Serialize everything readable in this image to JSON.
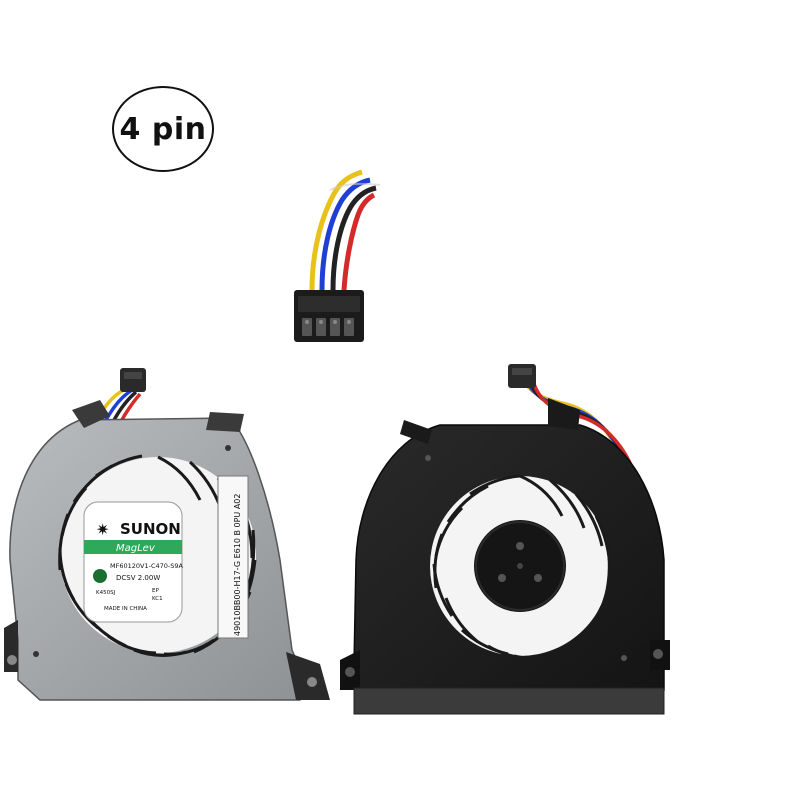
{
  "badge": {
    "text": "4 pin"
  },
  "connector": {
    "wire_colors": [
      "#e8c21a",
      "#1f3fd6",
      "#222222",
      "#d42a2a"
    ]
  },
  "fan_left": {
    "brand": "SUNON",
    "series": "MagLev",
    "model": "MF60120V1-C470-S9A",
    "rating": "DCSV 2.00W",
    "code": "K450SJ",
    "mark": "EP",
    "mark2": "KC1",
    "origin": "MADE IN CHINA",
    "side_label": "49010BB00-H17-G E610 B 0PU A02"
  },
  "fan_right": {}
}
